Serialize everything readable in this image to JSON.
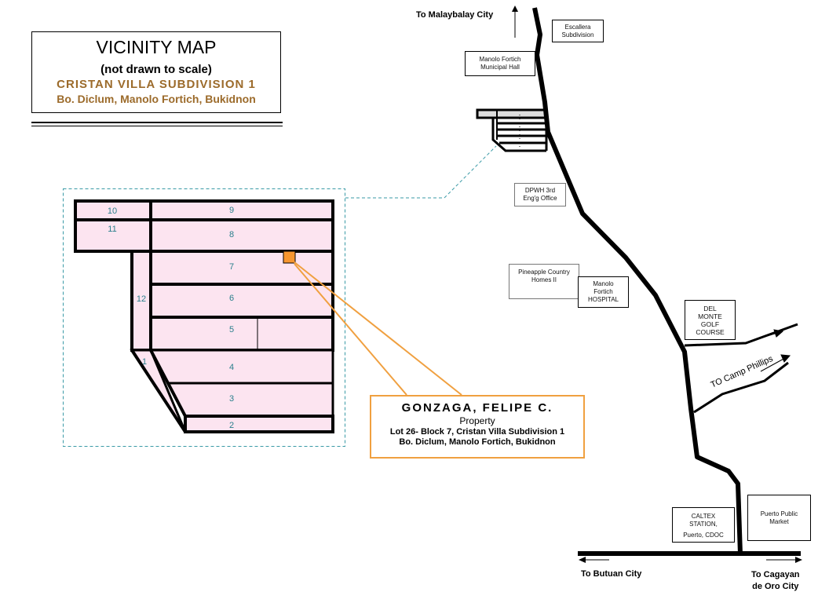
{
  "title": {
    "main": "VICINITY MAP",
    "note": "(not drawn to scale)",
    "subdivision": "CRISTAN VILLA SUBDIVISION 1",
    "location": "Bo. Diclum, Manolo Fortich, Bukidnon"
  },
  "colors": {
    "lot_fill": "#fce4f0",
    "lot_number": "#2a7f8c",
    "highlight": "#f7962f",
    "callout": "#f0a040",
    "title_accent": "#9c6b2b",
    "dashed_frame": "#3a9aa6"
  },
  "lots": [
    {
      "number": "10"
    },
    {
      "number": "9"
    },
    {
      "number": "11"
    },
    {
      "number": "8"
    },
    {
      "number": "7"
    },
    {
      "number": "12"
    },
    {
      "number": "6"
    },
    {
      "number": "5"
    },
    {
      "number": "1"
    },
    {
      "number": "4"
    },
    {
      "number": "3"
    },
    {
      "number": "2"
    }
  ],
  "owner": {
    "name": "GONZAGA, FELIPE C.",
    "label": "Property",
    "lot": "Lot 26- Block 7, Cristan Villa Subdivision 1",
    "address": "Bo. Diclum, Manolo Fortich, Bukidnon"
  },
  "landmarks": {
    "escallera": [
      "Escallera",
      "Subdivision"
    ],
    "municipal_hall": [
      "Manolo Fortich",
      "Municipal Hall"
    ],
    "dpwh": [
      "DPWH 3rd",
      "Eng'g Office"
    ],
    "pineapple": [
      "Pineapple Country",
      "Homes II"
    ],
    "hospital": [
      "Manolo",
      "Fortich",
      "HOSPITAL"
    ],
    "golf": [
      "DEL",
      "MONTE",
      "GOLF",
      "COURSE"
    ],
    "caltex": [
      "CALTEX",
      "STATION,",
      "Puerto, CDOC"
    ],
    "market": [
      "Puerto Public",
      "Market"
    ]
  },
  "directions": {
    "north": "To Malaybalay City",
    "camp_phillips": "TO Camp Phillips",
    "west": "To Butuan  City",
    "east_line1": "To  Cagayan",
    "east_line2": "de Oro City"
  }
}
